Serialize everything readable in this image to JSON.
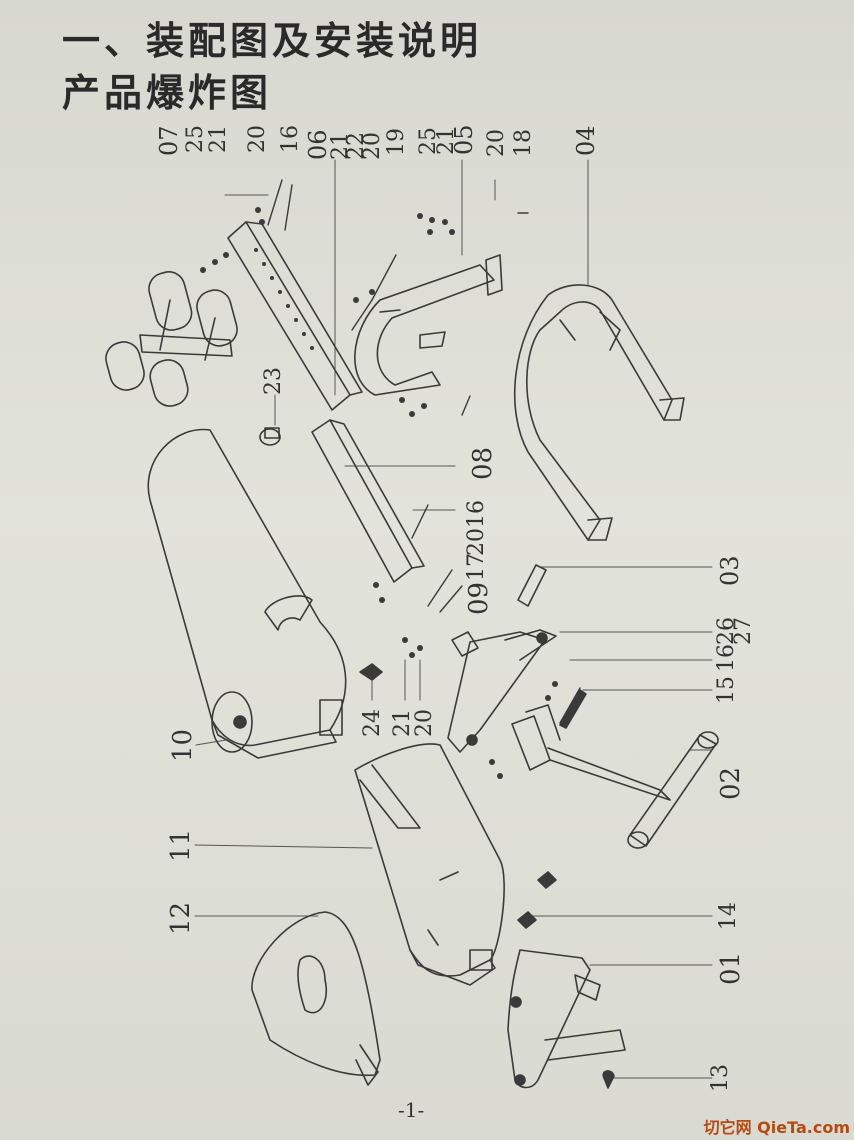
{
  "header": {
    "title": "一、装配图及安装说明",
    "subtitle": "产品爆炸图"
  },
  "part_labels": {
    "p07": "07",
    "p25a": "25",
    "p21a": "21",
    "p20a": "20",
    "p16a": "16",
    "p06": "06",
    "p21b": "21",
    "p22": "22",
    "p20b": "20",
    "p19": "19",
    "p25b": "25",
    "p21c": "21",
    "p05": "05",
    "p20c": "20",
    "p18": "18",
    "p04": "04",
    "p23": "23",
    "p08": "08",
    "p16b": "16",
    "p17": "17",
    "p20d": "20",
    "p09": "09",
    "p03": "03",
    "p26": "26",
    "p27": "27",
    "p16c": "16",
    "p15": "15",
    "p24": "24",
    "p21d": "21",
    "p20e": "20",
    "p10": "10",
    "p02": "02",
    "p11": "11",
    "p12": "12",
    "p14": "14",
    "p01": "01",
    "p13": "13"
  },
  "page_number": "-1-",
  "watermark": "切它网 QieTa.com"
}
